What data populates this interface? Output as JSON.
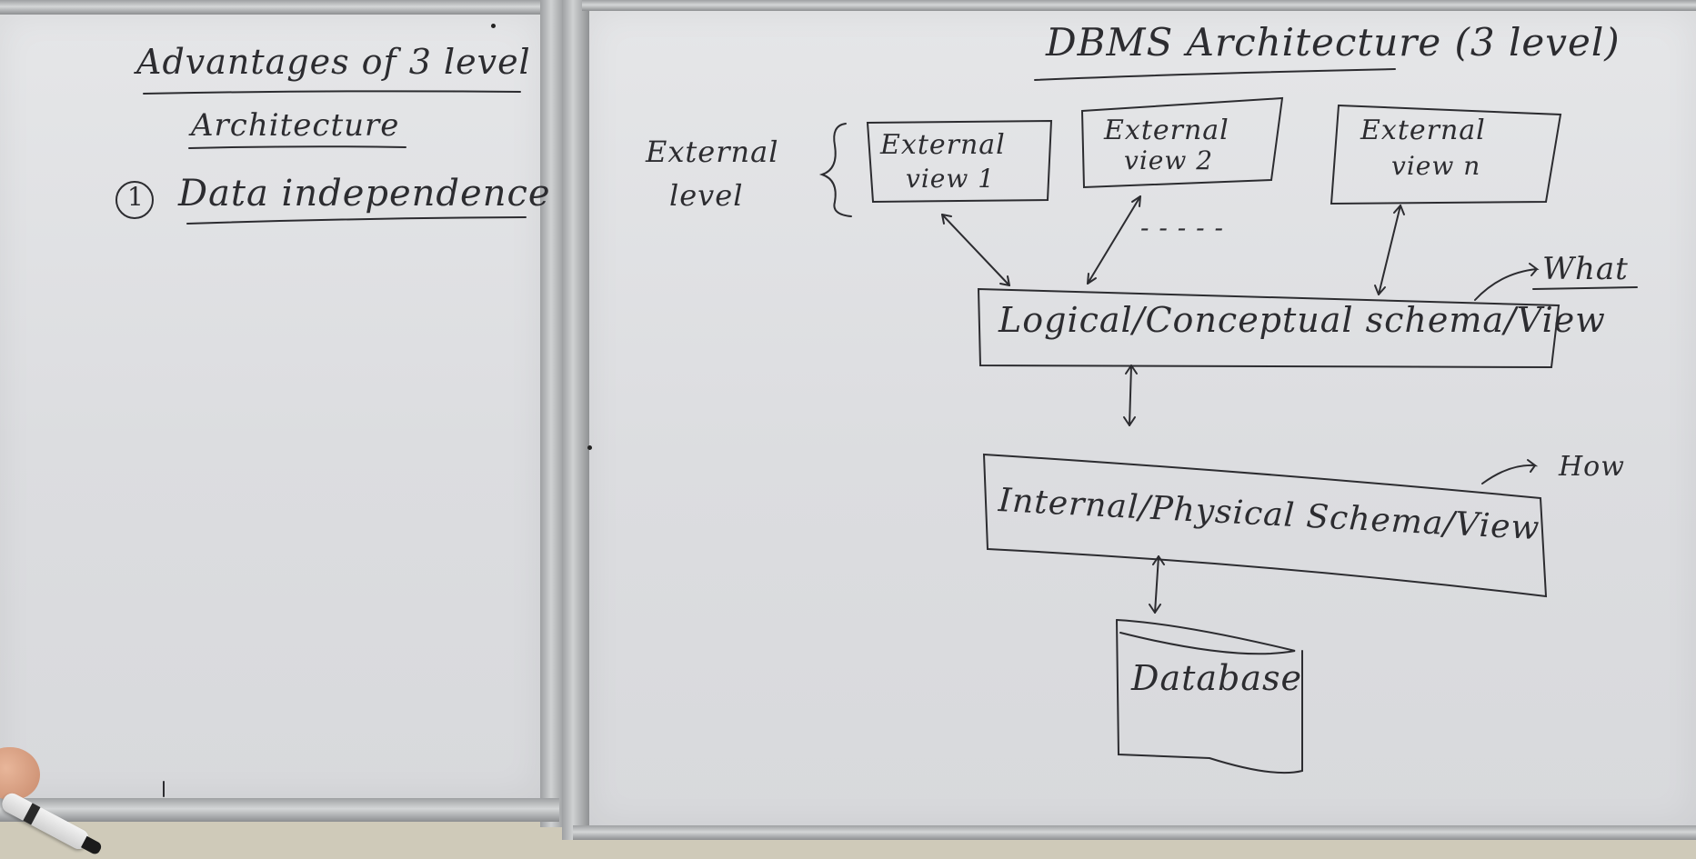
{
  "left_board": {
    "title_line1": "Advantages of 3 level",
    "title_line2": "Architecture",
    "item_number": "1",
    "item_text": "Data independence"
  },
  "right_board": {
    "title": "DBMS Architecture (3 level)",
    "external_level_line1": "External",
    "external_level_line2": "level",
    "views": [
      {
        "line1": "External",
        "line2": "view 1"
      },
      {
        "line1": "External",
        "line2": "view 2"
      },
      {
        "line1": "External",
        "line2": "view n"
      }
    ],
    "dashes": "- - - - -",
    "logical_box": "Logical/Conceptual schema/View",
    "what_label": "What",
    "internal_box": "Internal/Physical Schema/View",
    "how_label": "How",
    "database_label": "Database"
  }
}
